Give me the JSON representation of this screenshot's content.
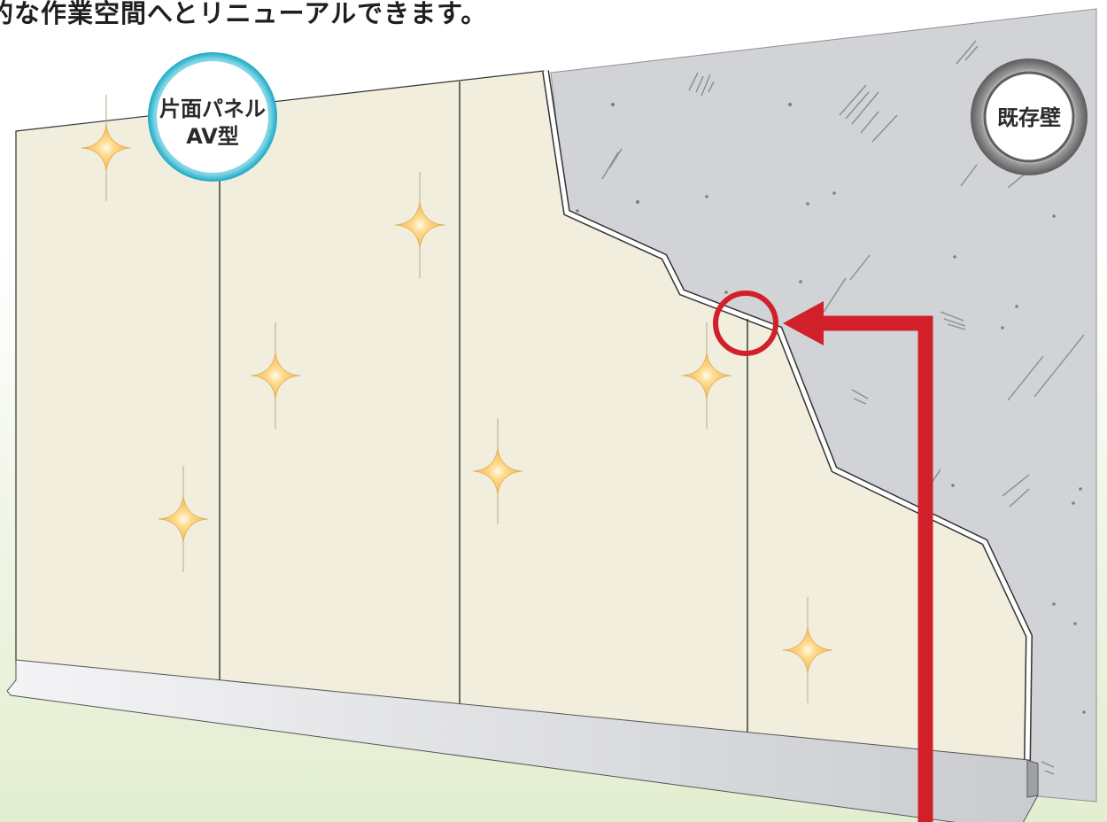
{
  "caption": "的な作業空間へとリニューアルできます。",
  "labels": {
    "panel_line1": "片面パネル",
    "panel_line2": "AV型",
    "existing_wall": "既存壁"
  },
  "colors": {
    "panel_fill": "#f1eedd",
    "wall_fill": "#d1d3d6",
    "arrow_red": "#d2202a",
    "badge_cyan": "#2cb5cc",
    "badge_gray": "#6d6d6d"
  }
}
